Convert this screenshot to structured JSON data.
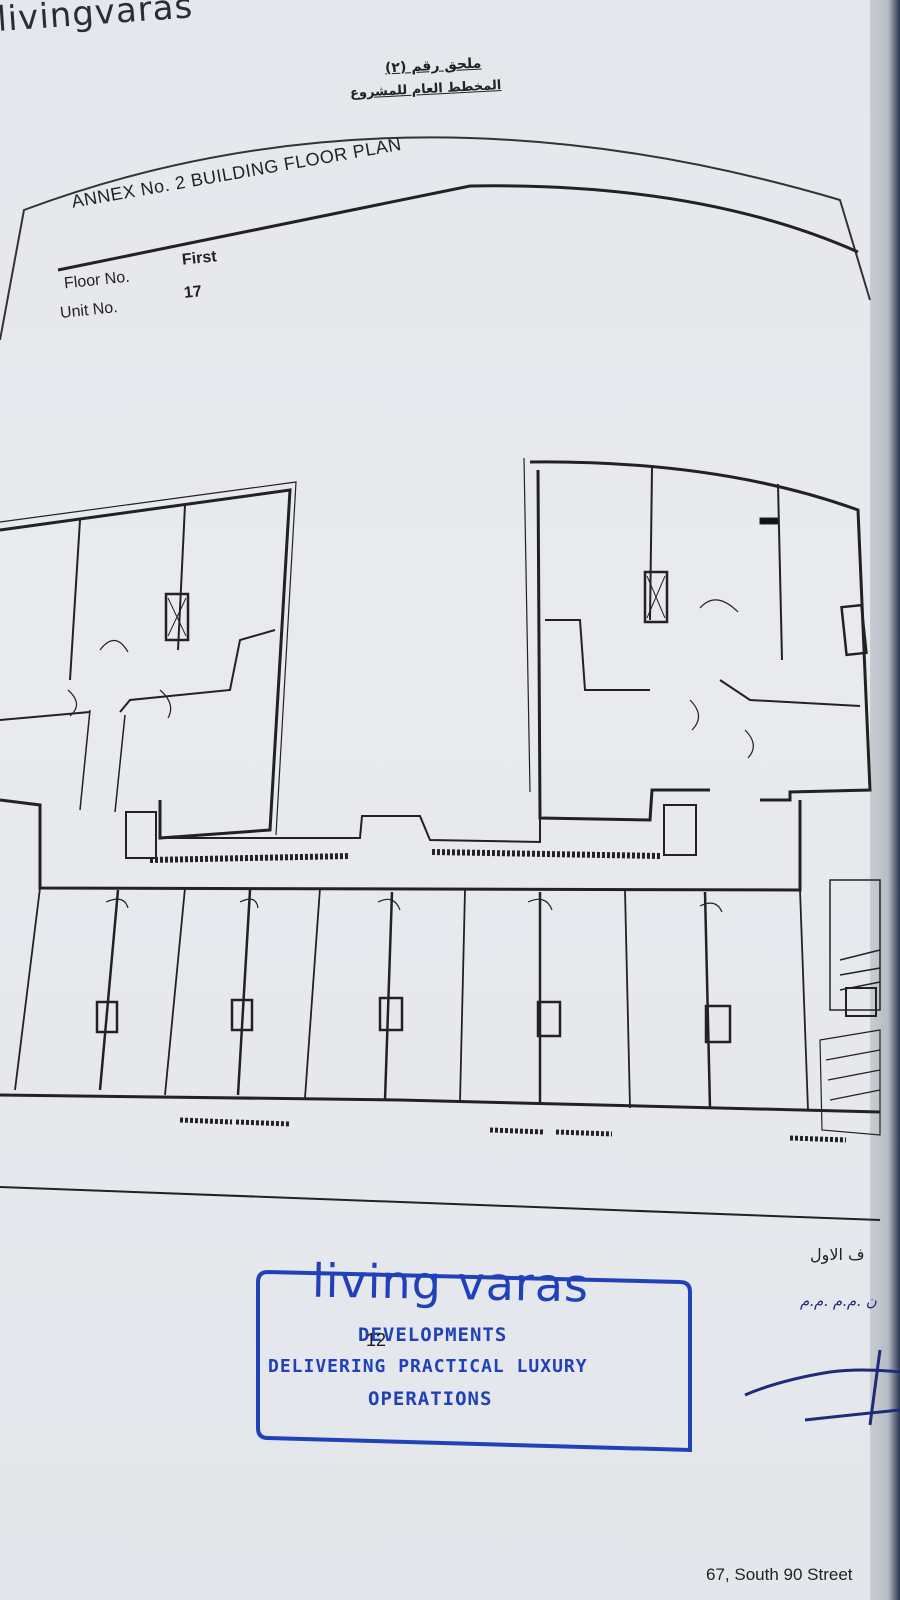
{
  "header": {
    "brand_logo": "livingvaras",
    "arabic_annex": "ملحق رقم (٢)",
    "arabic_plan": "المخطط العام للمشروع",
    "title": "ANNEX No. 2  BUILDING FLOOR PLAN"
  },
  "info": {
    "floor_label": "Floor No.",
    "floor_value": "First",
    "unit_label": "Unit No.",
    "unit_value": "17"
  },
  "stamp": {
    "brand": "living varas",
    "line1": "DEVELOPMENTS",
    "line2": "DELIVERING PRACTICAL LUXURY",
    "line3": "OPERATIONS",
    "color": "#2141b8"
  },
  "page_number": "12",
  "signature": {
    "arabic_party": "ف الاول",
    "arabic_name": "ن .م.م .م.م"
  },
  "footer": {
    "address": "67, South 90 Street"
  }
}
